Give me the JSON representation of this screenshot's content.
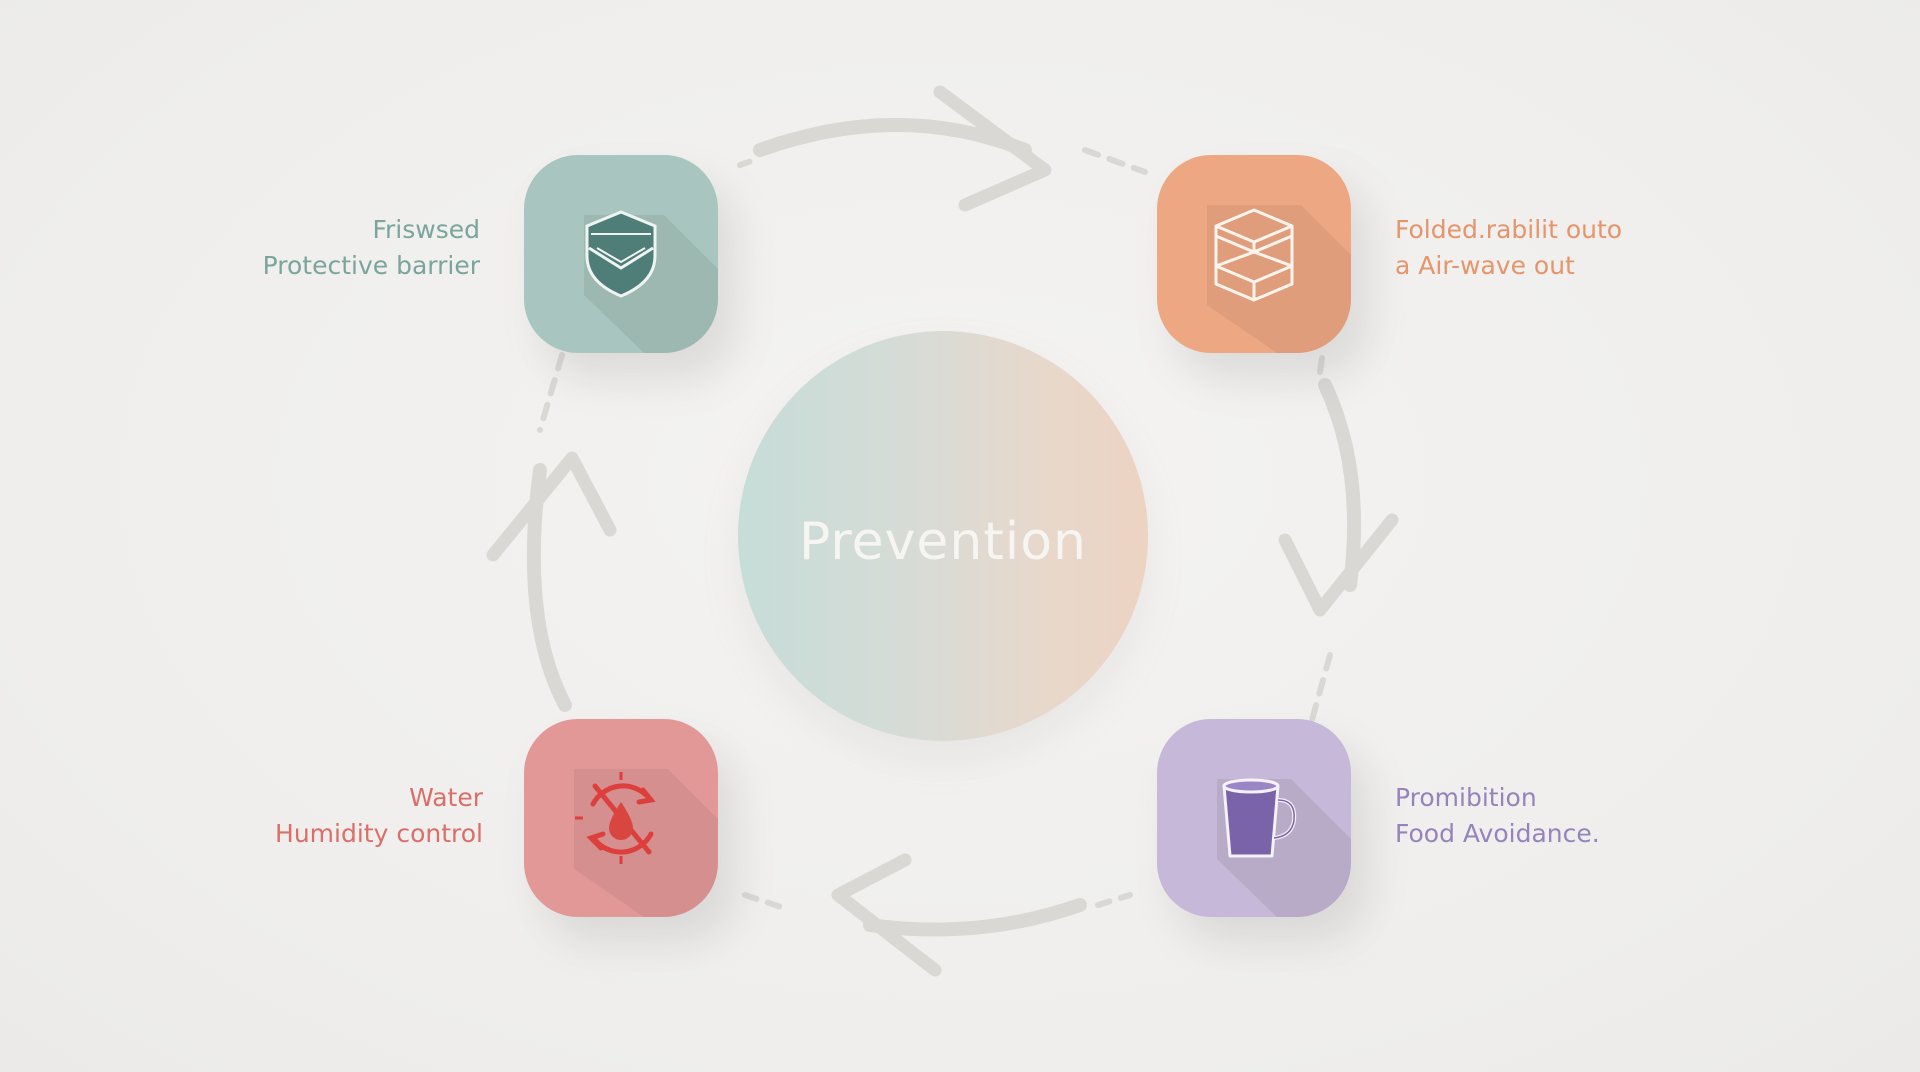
{
  "center": {
    "label": "Prevention"
  },
  "nodes": {
    "top_left": {
      "line1": "Friswsed",
      "line2": "Protective barrier",
      "icon": "shield-icon",
      "color": "#a9c5bf",
      "text_color": "#7aa59c"
    },
    "top_right": {
      "line1": "Folded.rabilit outo",
      "line2": "a Air-wave out",
      "icon": "stacked-boxes-icon",
      "color": "#eda783",
      "text_color": "#e5956b"
    },
    "bottom_left": {
      "line1": "Water",
      "line2": "Humidity control",
      "icon": "no-water-icon",
      "color": "#e39898",
      "text_color": "#d96f69"
    },
    "bottom_right": {
      "line1": "Promibition",
      "line2": "Food Avoidance.",
      "icon": "cup-icon",
      "color": "#c5b8d8",
      "text_color": "#9584bb"
    }
  }
}
